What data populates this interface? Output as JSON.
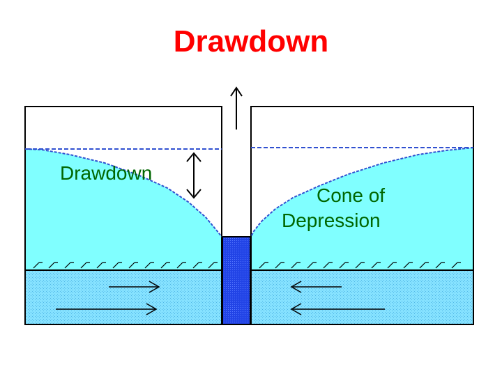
{
  "slide": {
    "title": "Drawdown",
    "title_color": "#ff0000"
  },
  "diagram": {
    "labels": {
      "drawdown": "Drawdown",
      "cone_line1": "Cone of",
      "cone_line2": "Depression"
    },
    "colors": {
      "water": "#80ffff",
      "aquifer": "#7fdfff",
      "well_screen": "#1f3fe0",
      "water_table_line": "#3050d0",
      "label_text": "#006600",
      "outline": "#000000"
    }
  }
}
